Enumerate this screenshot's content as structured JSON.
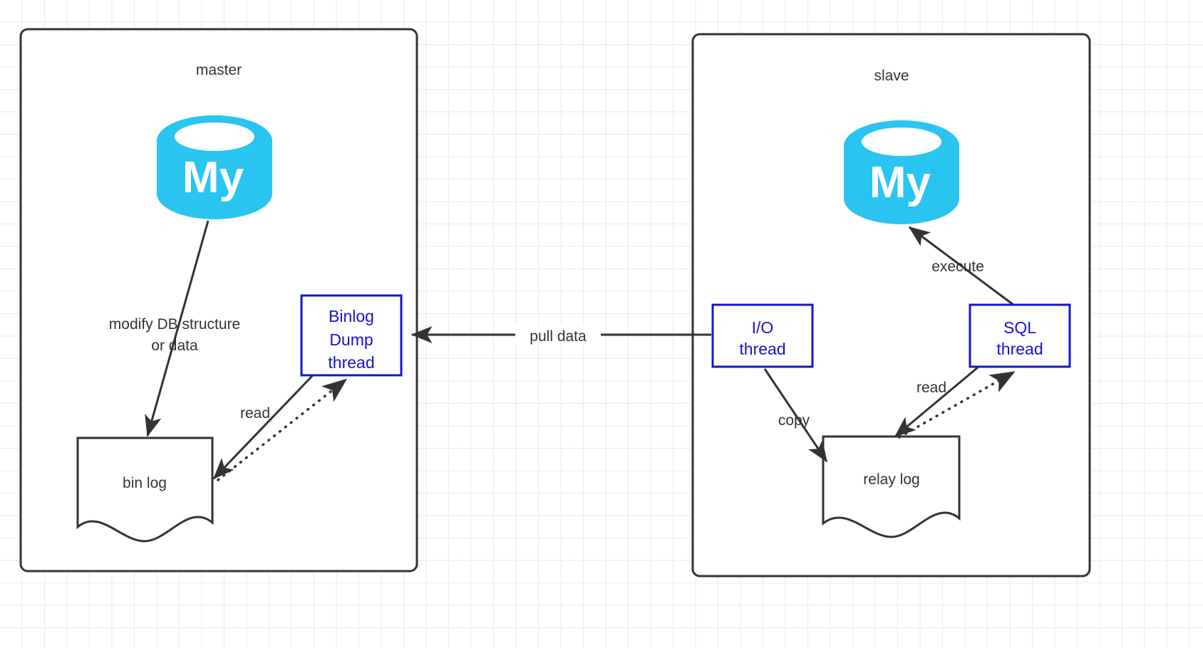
{
  "diagram": {
    "title": "MySQL master-slave replication",
    "background": {
      "grid": true,
      "grid_color": "#eaeaea",
      "page_color": "#ffffff"
    },
    "colors": {
      "container_border": "#333333",
      "thread_border": "#1414cc",
      "thread_text": "#1414cc",
      "mysql_cyan": "#29c5f0",
      "edge": "#333333",
      "label_text": "#333333"
    },
    "containers": [
      {
        "id": "master",
        "label": "master"
      },
      {
        "id": "slave",
        "label": "slave"
      }
    ],
    "nodes": [
      {
        "id": "master-db",
        "label": "My",
        "type": "mysql-cylinder"
      },
      {
        "id": "slave-db",
        "label": "My",
        "type": "mysql-cylinder"
      },
      {
        "id": "binlog-dump",
        "label": "Binlog Dump thread",
        "lines": [
          "Binlog",
          "Dump",
          "thread"
        ],
        "type": "thread-box"
      },
      {
        "id": "io-thread",
        "label": "I/O thread",
        "lines": [
          "I/O",
          "thread"
        ],
        "type": "thread-box"
      },
      {
        "id": "sql-thread",
        "label": "SQL thread",
        "lines": [
          "SQL",
          "thread"
        ],
        "type": "thread-box"
      },
      {
        "id": "bin-log",
        "label": "bin log",
        "type": "document"
      },
      {
        "id": "relay-log",
        "label": "relay log",
        "type": "document"
      }
    ],
    "edges": [
      {
        "id": "e-modify",
        "from": "master-db",
        "to": "bin-log",
        "label_lines": [
          "modify DB structure",
          "or data"
        ],
        "style": "solid",
        "arrow": "end"
      },
      {
        "id": "e-read-master",
        "from": "bin-log",
        "to": "binlog-dump",
        "label_lines": [
          "read"
        ],
        "style": "solid",
        "arrow": "both-ends"
      },
      {
        "id": "e-pull",
        "from": "io-thread",
        "to": "binlog-dump",
        "label_lines": [
          "pull data"
        ],
        "style": "solid",
        "arrow": "end"
      },
      {
        "id": "e-copy",
        "from": "io-thread",
        "to": "relay-log",
        "label_lines": [
          "copy"
        ],
        "style": "solid",
        "arrow": "end"
      },
      {
        "id": "e-read-slave",
        "from": "relay-log",
        "to": "sql-thread",
        "label_lines": [
          "read"
        ],
        "style": "solid",
        "arrow": "both-ends"
      },
      {
        "id": "e-execute",
        "from": "sql-thread",
        "to": "slave-db",
        "label_lines": [
          "execute"
        ],
        "style": "solid",
        "arrow": "end"
      }
    ],
    "labels": {
      "master": "master",
      "slave": "slave",
      "binlog_dump_l1": "Binlog",
      "binlog_dump_l2": "Dump",
      "binlog_dump_l3": "thread",
      "io_thread_l1": "I/O",
      "io_thread_l2": "thread",
      "sql_thread_l1": "SQL",
      "sql_thread_l2": "thread",
      "bin_log": "bin log",
      "relay_log": "relay log",
      "modify_l1": "modify DB structure",
      "modify_l2": "or data",
      "read_master": "read",
      "read_slave": "read",
      "pull_data": "pull data",
      "copy": "copy",
      "execute": "execute",
      "mysql_glyph": "My"
    }
  }
}
